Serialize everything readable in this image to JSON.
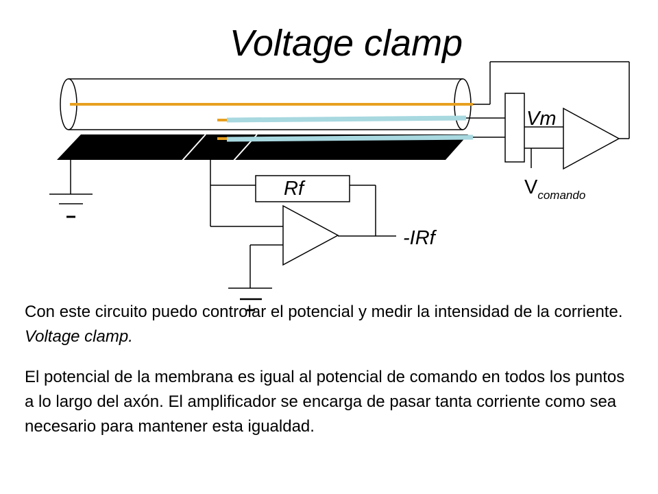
{
  "title": "Voltage clamp",
  "labels": {
    "vm": "Vm",
    "v_comando_main": "V",
    "v_comando_sub": "comando",
    "rf": "Rf",
    "irf": "-IRf",
    "ground_mark": "-"
  },
  "text": {
    "p1_plain": "Con este circuito puedo controlar el potencial y medir la intensidad de la corriente.",
    "p1_italic": "Voltage clamp.",
    "p2": "El potencial de la membrana es igual al potencial de comando en todos los puntos a lo largo del axón. El amplificador se encarga de pasar tanta corriente como sea necesario para mantener esta igualdad."
  },
  "colors": {
    "axon_wire": "#e8a020",
    "electrode": "#a8d8e0",
    "bath": "#000000"
  }
}
